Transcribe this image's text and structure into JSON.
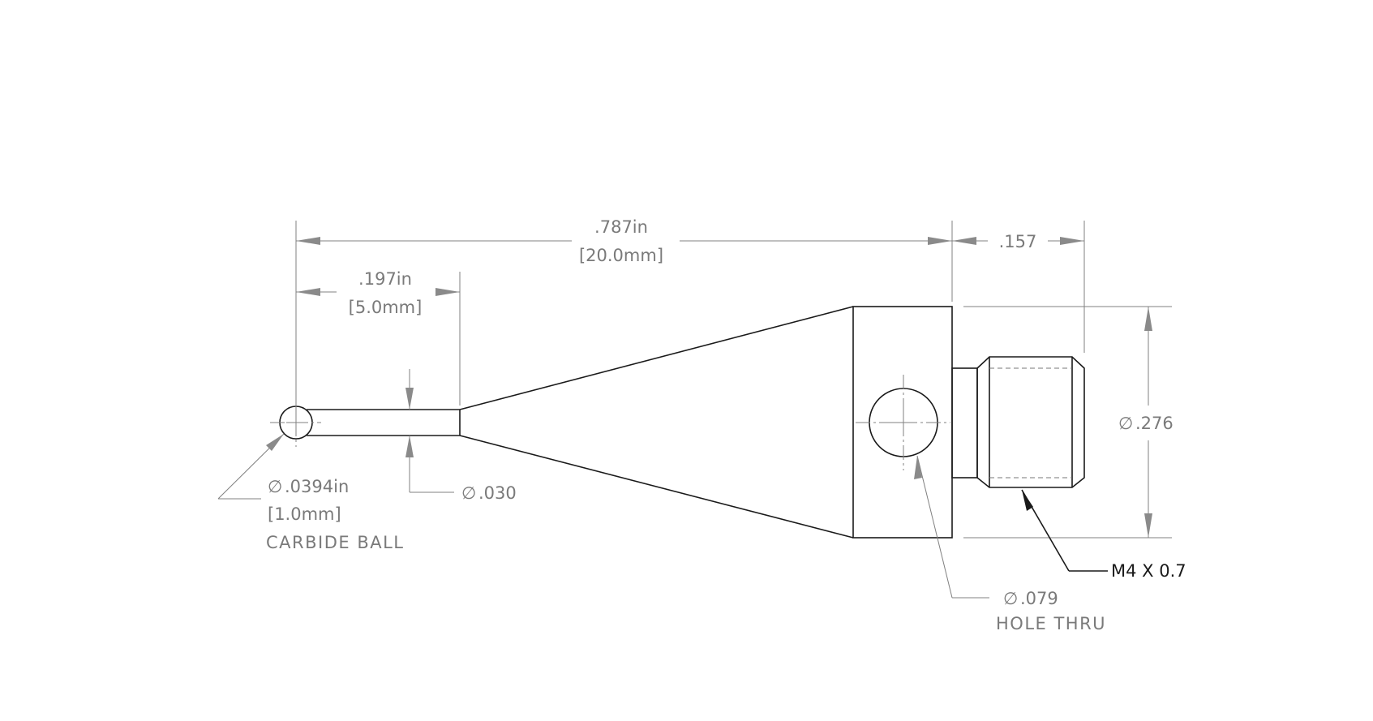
{
  "dimensions": {
    "overall_length": ".787in",
    "overall_length_mm": "[20.0mm]",
    "thread_length": ".157",
    "ball_to_stem_end": ".197in",
    "ball_to_stem_end_mm": "[5.0mm]",
    "stem_diameter": ".030",
    "body_diameter": ".276"
  },
  "callouts": {
    "ball_diameter": ".0394in",
    "ball_diameter_mm": "[1.0mm]",
    "ball_material": "CARBIDE BALL",
    "hole_diameter": ".079",
    "hole_note": "HOLE THRU",
    "thread_spec": "M4 X 0.7"
  },
  "symbols": {
    "diameter": "∅"
  }
}
